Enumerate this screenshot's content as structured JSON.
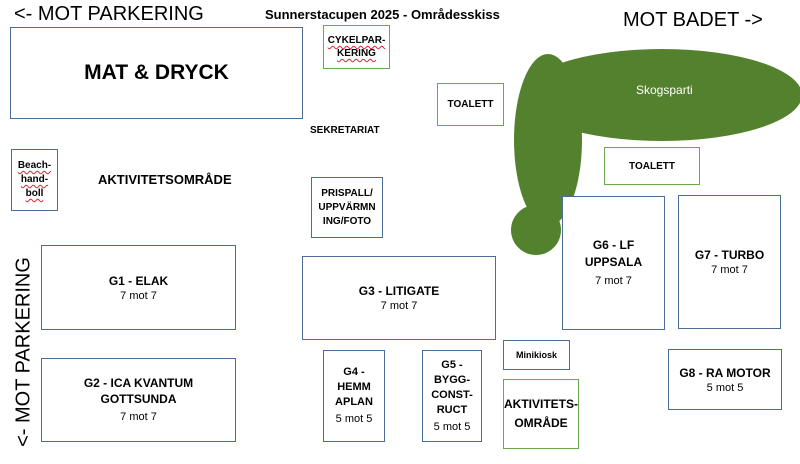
{
  "title": "Sunnerstacupen 2025 - Områdesskiss",
  "directions": {
    "top_left": "<- MOT PARKERING",
    "top_right": "MOT BADET ->",
    "left_vertical": "<- MOT PARKERING"
  },
  "areas": {
    "food": "MAT & DRYCK",
    "bike_line1": "CYKELPAR-",
    "bike_line2": "KERING",
    "toilet_1": "TOALETT",
    "toilet_2": "TOALETT",
    "forest": "Skogsparti",
    "secretariat": "SEKRETARIAT",
    "beach_line1": "Beach-",
    "beach_line2": "hand-",
    "beach_line3": "boll",
    "activity_top": "AKTIVITETSOMRÅDE",
    "prize_line1": "PRISPALL/",
    "prize_line2": "UPPVÄRMN",
    "prize_line3": "ING/FOTO",
    "kiosk": "Minikiosk",
    "activity_bottom_line1": "AKTIVITETS-",
    "activity_bottom_line2": "OMRÅDE"
  },
  "fields": {
    "g1": {
      "name": "G1 - ELAK",
      "format": "7 mot 7"
    },
    "g2": {
      "name_line1": "G2 - ICA KVANTUM",
      "name_line2": "GOTTSUNDA",
      "format": "7 mot 7"
    },
    "g3": {
      "name": "G3 - LITIGATE",
      "format": "7 mot 7"
    },
    "g4": {
      "name_line1": "G4 -",
      "name_line2": "HEMM",
      "name_line3": "APLAN",
      "format": "5 mot 5"
    },
    "g5": {
      "name_line1": "G5 -",
      "name_line2": "BYGG-",
      "name_line3": "CONST-",
      "name_line4": "RUCT",
      "format": "5 mot 5"
    },
    "g6": {
      "name_line1": "G6 - LF",
      "name_line2": "UPPSALA",
      "format": "7 mot 7"
    },
    "g7": {
      "name": "G7 - TURBO",
      "format": "7 mot 7"
    },
    "g8": {
      "name": "G8 - RA MOTOR",
      "format": "5 mot 5"
    }
  },
  "colors": {
    "field_border": "#4a6e96",
    "green_border": "#6aa84f",
    "forest_fill": "#54812d"
  }
}
